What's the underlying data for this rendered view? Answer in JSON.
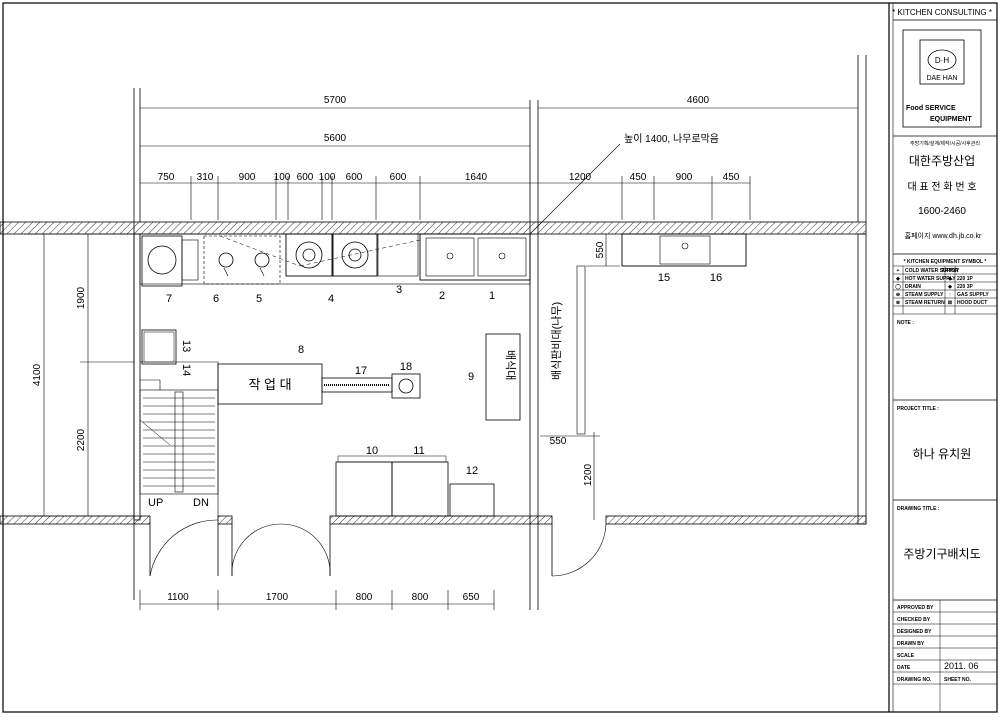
{
  "title_block": {
    "header": "* KITCHEN CONSULTING *",
    "logo_text": "D·H",
    "logo_name": "DAE HAN",
    "logo_tagline_1": "Food SERVICE",
    "logo_tagline_2": "EQUIPMENT",
    "services": "주방기획/설계/제작/시공/사후관리",
    "company": "대한주방산업",
    "phone_label": "대 표 전 화 번 호",
    "phone": "1600-2460",
    "website": "홈페이지 www.dh.jb.co.kr",
    "legend_title": "* KITCHEN EQUIPMENT SYMBOL *",
    "legend": [
      {
        "sym": "+",
        "label": "COLD WATER SUPPLY",
        "sym2": "TRTOR",
        "label2": ""
      },
      {
        "sym": "◆",
        "label": "HOT WATER SUPPLY",
        "sym2": "◆",
        "label2": "220 1P"
      },
      {
        "sym": "◯",
        "label": "DRAIN",
        "sym2": "◆",
        "label2": "220 3P"
      },
      {
        "sym": "⊕",
        "label": "STEAM SUPPLY",
        "sym2": "↑",
        "label2": "GAS SUPPLY"
      },
      {
        "sym": "⊗",
        "label": "STEAM RETURN",
        "sym2": "⊠",
        "label2": "HOOD DUCT"
      }
    ],
    "note_label": "NOTE :",
    "project_label": "PROJECT TITLE :",
    "project": "하나 유치원",
    "drawing_label": "DRAWING TITLE :",
    "drawing": "주방기구배치도",
    "rows": [
      "APPROVED BY",
      "CHECKED BY",
      "DESIGNED BY",
      "DRAWN BY",
      "SCALE",
      "DATE"
    ],
    "date": "2011. 06",
    "drawing_no_label": "DRAWING NO.",
    "sheet_no_label": "SHEET NO."
  },
  "plan": {
    "dims_top_total": [
      "5700",
      "4600"
    ],
    "dim_5600": "5600",
    "dims_top_detail": [
      "750",
      "310",
      "900",
      "100",
      "600",
      "100",
      "600",
      "600",
      "1640",
      "1200",
      "450",
      "900",
      "450"
    ],
    "dims_left": [
      "4100",
      "1900",
      "2200"
    ],
    "dims_bottom": [
      "1100",
      "1700",
      "800",
      "800",
      "650"
    ],
    "dim_550_side": "550",
    "dim_550_low": "550",
    "dim_1200_side": "1200",
    "note_height": "높이 1400, 나무로막음",
    "numbers": [
      "1",
      "2",
      "3",
      "4",
      "5",
      "6",
      "7",
      "8",
      "9",
      "10",
      "11",
      "12",
      "13",
      "14",
      "15",
      "16",
      "17",
      "18"
    ],
    "worktable": "작 업 대",
    "serving_counter": "배식대",
    "partition_label": "배식판비대(나무)",
    "up": "UP",
    "dn": "DN"
  }
}
